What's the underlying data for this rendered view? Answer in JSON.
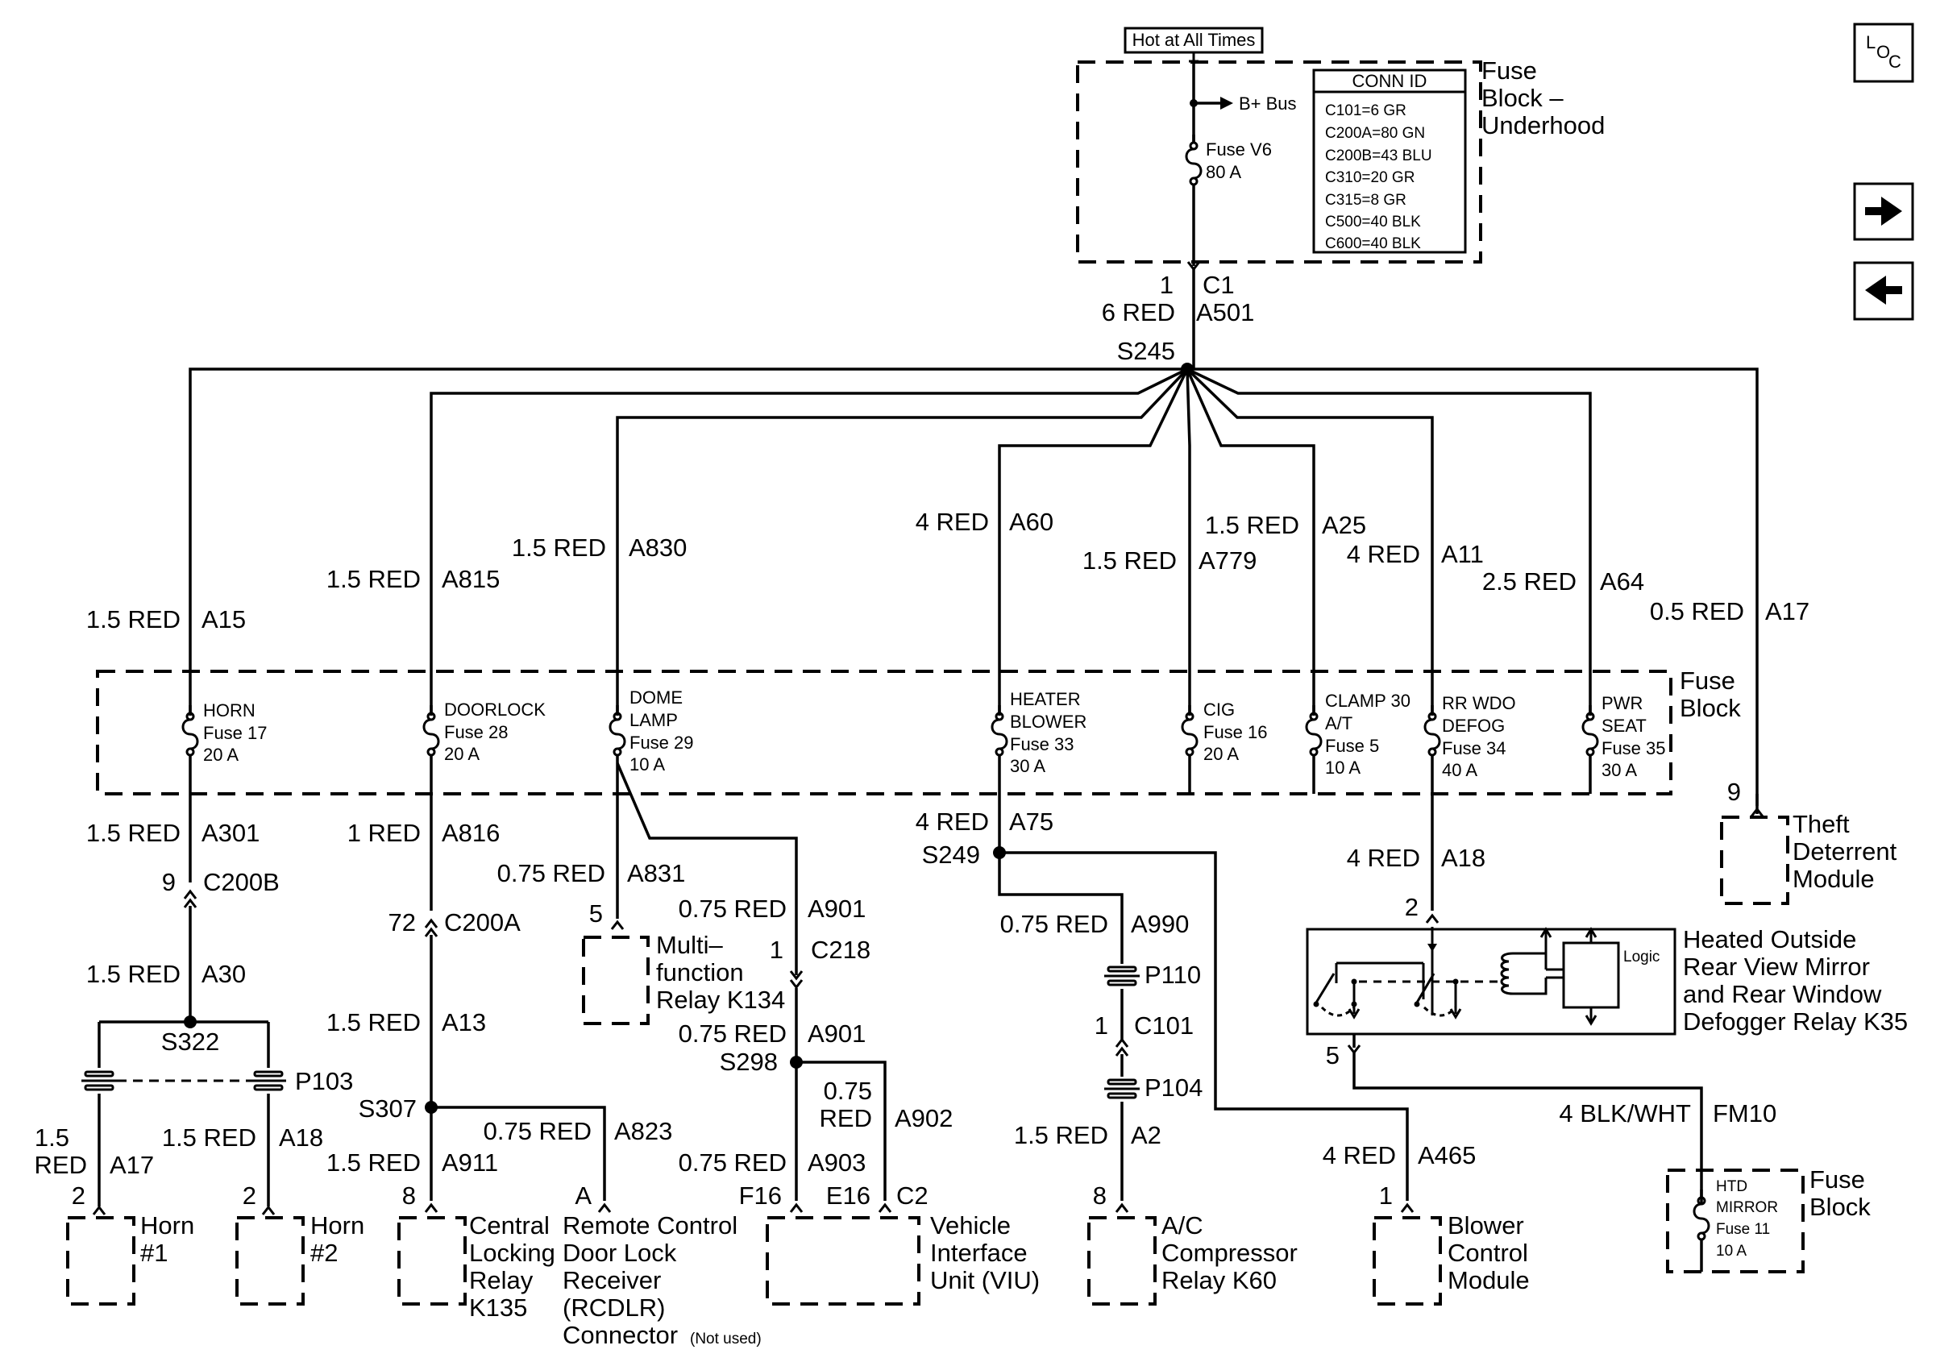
{
  "top": {
    "hot_label": "Hot at All Times",
    "bplus": "B+ Bus",
    "fuse_v6": [
      "Fuse V6",
      "80 A"
    ],
    "block_title": [
      "Fuse",
      "Block –",
      "Underhood"
    ],
    "conn_id": {
      "header": "CONN ID",
      "rows": [
        "C101=6 GR",
        "C200A=80 GN",
        "C200B=43 BLU",
        "C310=20 GR",
        "C315=8 GR",
        "C500=40 BLK",
        "C600=40 BLK"
      ]
    },
    "c1_pin": "1",
    "c1_label": "C1",
    "feed_wire": "6 RED",
    "feed_circuit": "A501",
    "splice": "S245"
  },
  "nav": {
    "loc_icon": "LOC",
    "loc_letters": [
      "L",
      "O",
      "C"
    ],
    "forward_icon": "arrow-right",
    "back_icon": "arrow-left"
  },
  "branch_wires": [
    {
      "wire": "1.5 RED",
      "circuit": "A15"
    },
    {
      "wire": "1.5 RED",
      "circuit": "A815"
    },
    {
      "wire": "1.5 RED",
      "circuit": "A830"
    },
    {
      "wire": "4 RED",
      "circuit": "A60"
    },
    {
      "wire": "1.5 RED",
      "circuit": "A779"
    },
    {
      "wire": "1.5 RED",
      "circuit": "A25"
    },
    {
      "wire": "4 RED",
      "circuit": "A11"
    },
    {
      "wire": "2.5 RED",
      "circuit": "A64"
    },
    {
      "wire": "0.5 RED",
      "circuit": "A17"
    }
  ],
  "fuse_block": {
    "title": [
      "Fuse",
      "Block"
    ],
    "fuses": [
      {
        "lines": [
          "HORN",
          "Fuse 17",
          "20 A"
        ]
      },
      {
        "lines": [
          "DOORLOCK",
          "Fuse 28",
          "20 A"
        ]
      },
      {
        "lines": [
          "DOME",
          "LAMP",
          "Fuse 29",
          "10 A"
        ]
      },
      {
        "lines": [
          "HEATER",
          "BLOWER",
          "Fuse 33",
          "30 A"
        ]
      },
      {
        "lines": [
          "CIG",
          "Fuse 16",
          "20 A"
        ]
      },
      {
        "lines": [
          "CLAMP 30",
          "A/T",
          "Fuse 5",
          "10 A"
        ]
      },
      {
        "lines": [
          "RR WDO",
          "DEFOG",
          "Fuse 34",
          "40 A"
        ]
      },
      {
        "lines": [
          "PWR",
          "SEAT",
          "Fuse 35",
          "30 A"
        ]
      }
    ]
  },
  "lower": {
    "horn": {
      "w1": "1.5 RED",
      "c1": "A301",
      "pin_c200b": "9",
      "c200b": "C200B",
      "w2": "1.5 RED",
      "c2": "A30",
      "splice": "S322",
      "p103": "P103",
      "w3": [
        "1.5",
        "RED"
      ],
      "c3": "A17",
      "w4": "1.5 RED",
      "c4": "A18",
      "pin1": "2",
      "pin2": "2",
      "horn1": [
        "Horn",
        "#1"
      ],
      "horn2": [
        "Horn",
        "#2"
      ]
    },
    "door": {
      "w1": "1 RED",
      "c1": "A816",
      "pin": "72",
      "conn": "C200A",
      "w2": "1.5 RED",
      "c2": "A13",
      "splice": "S307",
      "w3": "0.75 RED",
      "c3": "A823",
      "w4": "1.5 RED",
      "c4": "A911",
      "pin_ccr": "8",
      "pin_rcd": "A",
      "ccr": [
        "Central",
        "Locking",
        "Relay",
        "K135"
      ],
      "rcd": [
        "Remote Control",
        "Door Lock",
        "Receiver",
        "(RCDLR)",
        "Connector"
      ],
      "not_used": "(Not used)"
    },
    "dome": {
      "w1": "0.75 RED",
      "c1": "A831",
      "pin": "5",
      "relay": [
        "Multi–",
        "function",
        "Relay K134"
      ],
      "w2": "0.75 RED",
      "c2": "A901",
      "pin_c218": "1",
      "c218": "C218",
      "w3": "0.75 RED",
      "c3": "A901",
      "splice": "S298",
      "w4": [
        "0.75",
        "RED"
      ],
      "c4": "A902",
      "w5": "0.75 RED",
      "c5": "A903",
      "pins": [
        "F16",
        "E16",
        "C2"
      ],
      "viu": [
        "Vehicle",
        "Interface",
        "Unit (VIU)"
      ]
    },
    "heater": {
      "w1": "4 RED",
      "c1": "A75",
      "splice": "S249",
      "w2": "0.75 RED",
      "c2": "A990",
      "p110": "P110",
      "pin_c101": "1",
      "c101": "C101",
      "p104": "P104",
      "w3": "1.5 RED",
      "c3": "A2",
      "pin_ac": "8",
      "ac": [
        "A/C",
        "Compressor",
        "Relay K60"
      ],
      "w4": "4 RED",
      "c4": "A465",
      "pin_bcm": "1",
      "bcm": [
        "Blower",
        "Control",
        "Module"
      ]
    },
    "mirror": {
      "w1": "4 RED",
      "c1": "A18",
      "pin_in": "2",
      "pin_out": "5",
      "logic": "Logic",
      "relay": [
        "Heated Outside",
        "Rear View Mirror",
        "and Rear Window",
        "Defogger Relay K35"
      ],
      "w2": "4 BLK/WHT",
      "c2": "FM10",
      "fuse": [
        "HTD",
        "MIRROR",
        "Fuse 11",
        "10 A"
      ],
      "block": [
        "Fuse",
        "Block"
      ]
    },
    "theft": {
      "pin": "9",
      "name": [
        "Theft",
        "Deterrent",
        "Module"
      ]
    }
  }
}
